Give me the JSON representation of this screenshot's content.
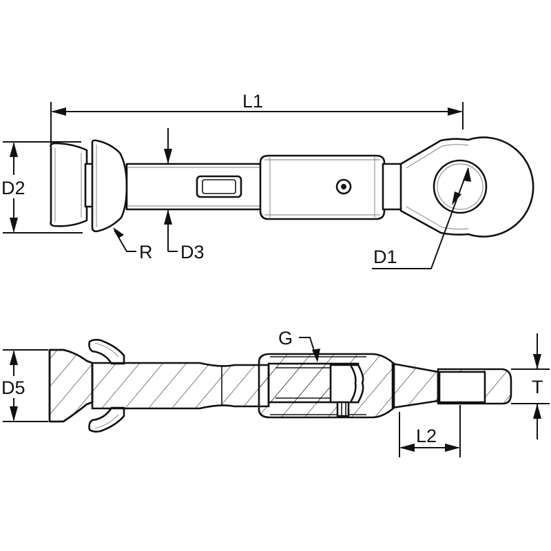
{
  "labels": {
    "L1": "L1",
    "D2": "D2",
    "R": "R",
    "D3": "D3",
    "D1": "D1",
    "G": "G",
    "D5": "D5",
    "L2": "L2",
    "T": "T"
  }
}
